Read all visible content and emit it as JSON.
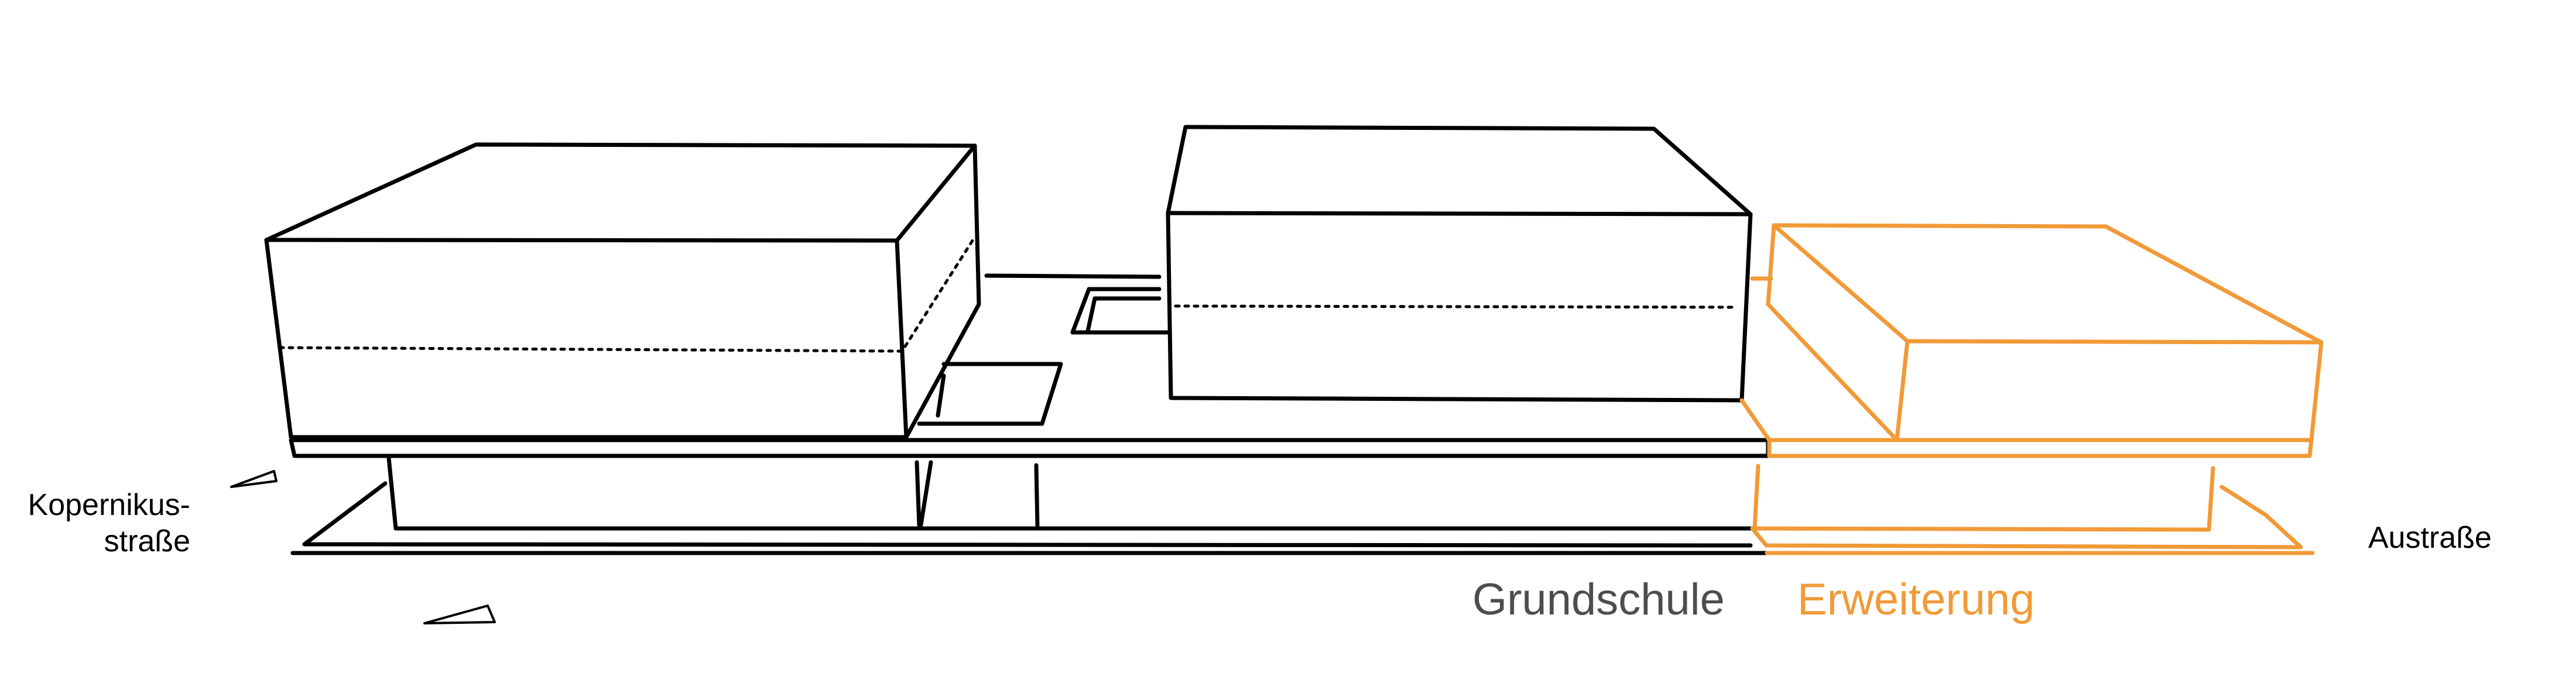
{
  "labels": {
    "street_left_line1": "Kopernikus-",
    "street_left_line2": "straße",
    "street_right": "Austraße",
    "existing_building": "Grundschule",
    "extension": "Erweiterung"
  },
  "colors": {
    "existing": "#000000",
    "extension": "#f19a38",
    "existing_label": "#4d4d4d",
    "extension_label": "#f19a38"
  }
}
